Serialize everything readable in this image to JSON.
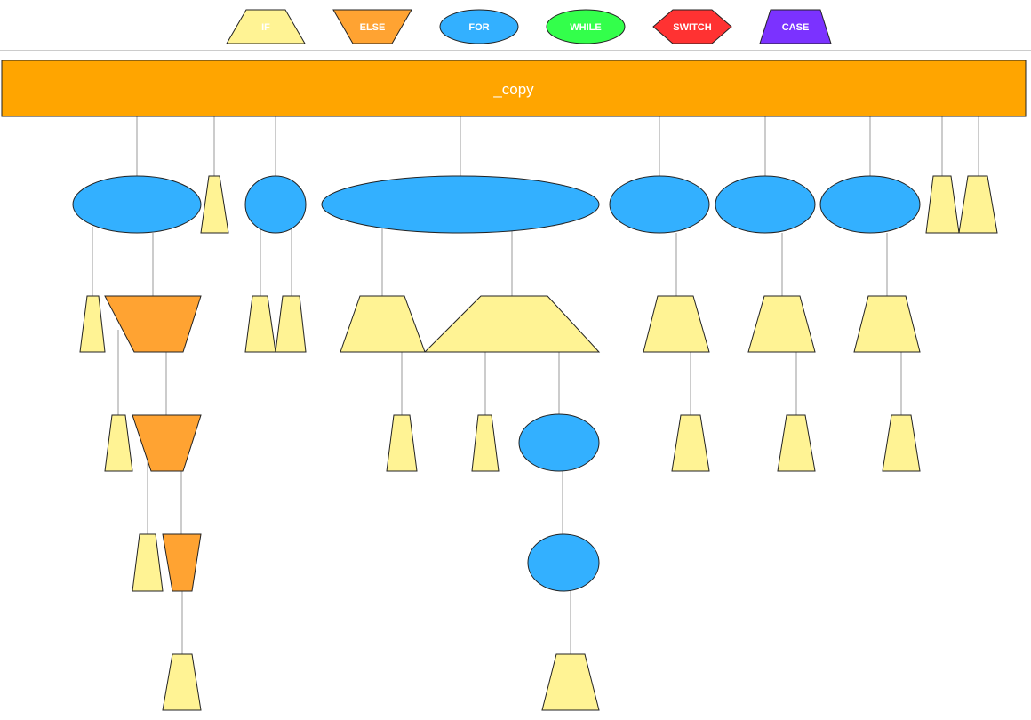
{
  "legend": {
    "if_label": "IF",
    "else_label": "ELSE",
    "for_label": "FOR",
    "while_label": "WHILE",
    "switch_label": "SWITCH",
    "case_label": "CASE"
  },
  "root": {
    "label": "_copy"
  },
  "colors": {
    "if": "#fff394",
    "else": "#ffa332",
    "for": "#33b0ff",
    "while": "#33ff4b",
    "switch": "#ff3232",
    "case": "#7b32ff",
    "root": "#ffa500",
    "edge": "#999999",
    "separator": "#cccccc"
  }
}
